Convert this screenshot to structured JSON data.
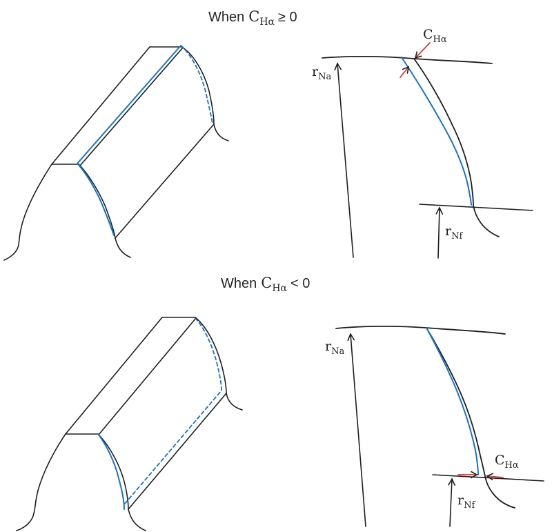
{
  "titles": {
    "top": {
      "prefix": "When",
      "symbol": "C",
      "symbol_sub": "Hα",
      "condition": "≥ 0"
    },
    "bottom": {
      "prefix": "When",
      "symbol": "C",
      "symbol_sub": "Hα",
      "condition": "< 0"
    }
  },
  "labels": {
    "r_na": {
      "base": "r",
      "sub": "Na"
    },
    "r_nf": {
      "base": "r",
      "sub": "Nf"
    },
    "c_ha": {
      "base": "C",
      "sub": "Hα"
    }
  },
  "colors": {
    "outline": "#1e1e1e",
    "modified_profile_blue": "#1473d2",
    "annotation_red": "#e2382a",
    "background": "#ffffff"
  }
}
